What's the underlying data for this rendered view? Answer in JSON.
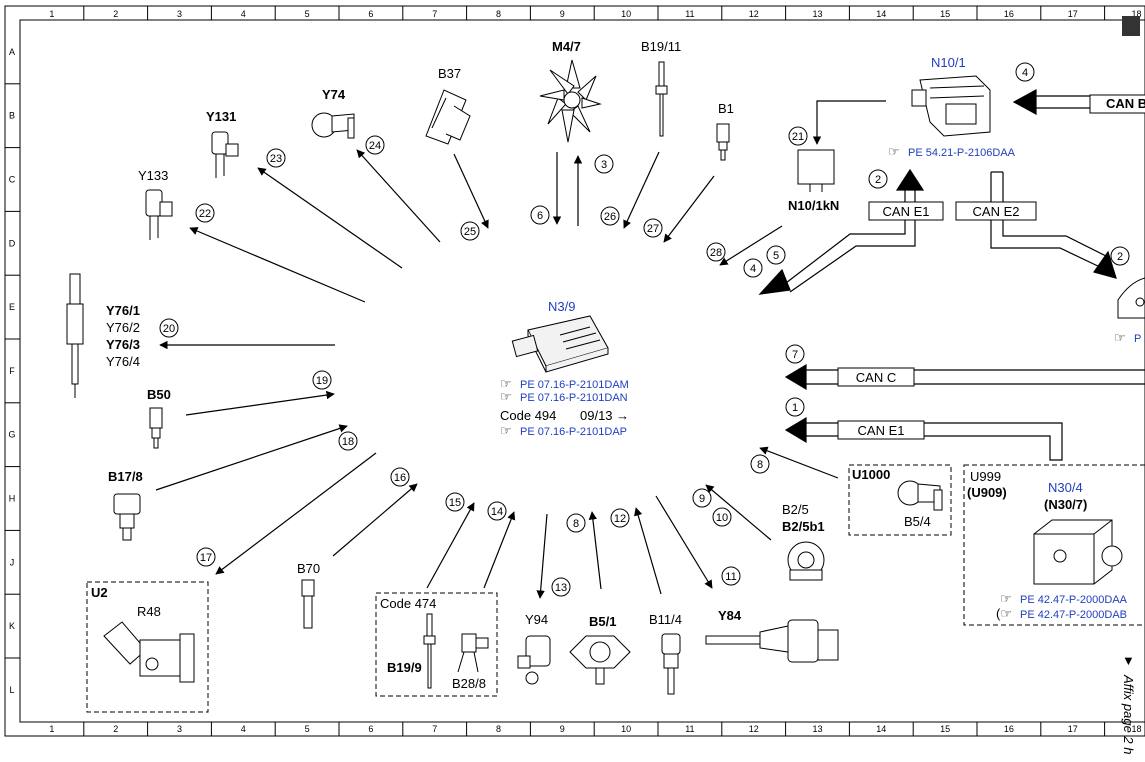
{
  "grid": {
    "cols": [
      "1",
      "2",
      "3",
      "4",
      "5",
      "6",
      "7",
      "8",
      "9",
      "10",
      "11",
      "12",
      "13",
      "14",
      "15",
      "16",
      "17",
      "18"
    ],
    "rows": [
      "A",
      "B",
      "C",
      "D",
      "E",
      "F",
      "G",
      "H",
      "J",
      "K",
      "L"
    ]
  },
  "center": {
    "id": "N3/9",
    "refs": [
      "PE 07.16-P-2101DAM",
      "PE 07.16-P-2101DAN",
      "PE 07.16-P-2101DAP"
    ],
    "code_line": "Code 494",
    "code_date": "09/13 →"
  },
  "components": {
    "m4_7": "M4/7",
    "b19_11": "B19/11",
    "b37": "B37",
    "y74": "Y74",
    "y131": "Y131",
    "y133": "Y133",
    "b1": "B1",
    "n10_1": "N10/1",
    "n10_1_ref": "PE 54.21-P-2106DAA",
    "n10_1kn": "N10/1kN",
    "y76_1": "Y76/1",
    "y76_2": "Y76/2",
    "y76_3": "Y76/3",
    "y76_4": "Y76/4",
    "b50": "B50",
    "b17_8": "B17/8",
    "u2": "U2",
    "r48": "R48",
    "b70": "B70",
    "code474": "Code 474",
    "b19_9": "B19/9",
    "b28_8": "B28/8",
    "y94": "Y94",
    "b5_1": "B5/1",
    "b11_4": "B11/4",
    "y84": "Y84",
    "b2_5": "B2/5",
    "b2_5b1": "B2/5b1",
    "u1000": "U1000",
    "b5_4": "B5/4",
    "u999": "U999",
    "u909": "(U909)",
    "n30_4": "N30/4",
    "n30_7": "(N30/7)",
    "n30_ref1": "PE 42.47-P-2000DAA",
    "n30_ref2": "PE 42.47-P-2000DAB",
    "p_ref": "P"
  },
  "can": {
    "e1_top": "CAN E1",
    "e2": "CAN E2",
    "c": "CAN C",
    "e1_low": "CAN E1",
    "b_top": "CAN B"
  },
  "numbers": [
    "1",
    "2",
    "2",
    "3",
    "4",
    "4",
    "5",
    "6",
    "7",
    "8",
    "8",
    "9",
    "10",
    "11",
    "12",
    "13",
    "14",
    "15",
    "16",
    "17",
    "18",
    "19",
    "20",
    "21",
    "22",
    "23",
    "24",
    "25",
    "26",
    "27",
    "28"
  ],
  "side_note": "Affix page 2 h"
}
